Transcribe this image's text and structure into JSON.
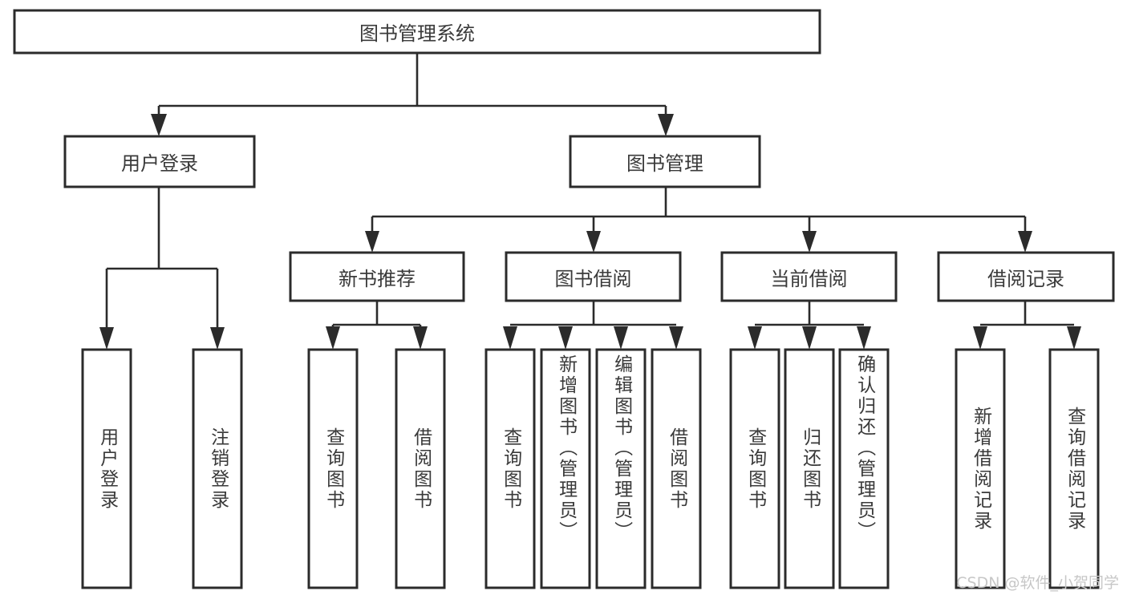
{
  "diagram": {
    "title": "图书管理系统",
    "type": "tree-hierarchy-diagram",
    "colors": {
      "box_stroke": "#2b2b2b",
      "box_fill": "#ffffff",
      "connector": "#2b2b2b",
      "text": "#3a3a3a",
      "watermark": "#c7c7c7",
      "background": "#ffffff"
    },
    "root": {
      "label": "图书管理系统"
    },
    "level2": [
      {
        "label": "用户登录"
      },
      {
        "label": "图书管理"
      }
    ],
    "level3": [
      {
        "label": "新书推荐"
      },
      {
        "label": "图书借阅"
      },
      {
        "label": "当前借阅"
      },
      {
        "label": "借阅记录"
      }
    ],
    "leaves": {
      "user_login": [
        {
          "label": "用户登录"
        },
        {
          "label": "注销登录"
        }
      ],
      "new_book_recommend": [
        {
          "label": "查询图书"
        },
        {
          "label": "借阅图书"
        }
      ],
      "book_borrow": [
        {
          "label": "查询图书"
        },
        {
          "label": "新增图书（管理员）"
        },
        {
          "label": "编辑图书（管理员）"
        },
        {
          "label": "借阅图书"
        }
      ],
      "current_borrow": [
        {
          "label": "查询图书"
        },
        {
          "label": "归还图书"
        },
        {
          "label": "确认归还（管理员）"
        }
      ],
      "borrow_record": [
        {
          "label": "新增借阅记录"
        },
        {
          "label": "查询借阅记录"
        }
      ]
    },
    "watermark": "CSDN @软件_小贺同学"
  }
}
